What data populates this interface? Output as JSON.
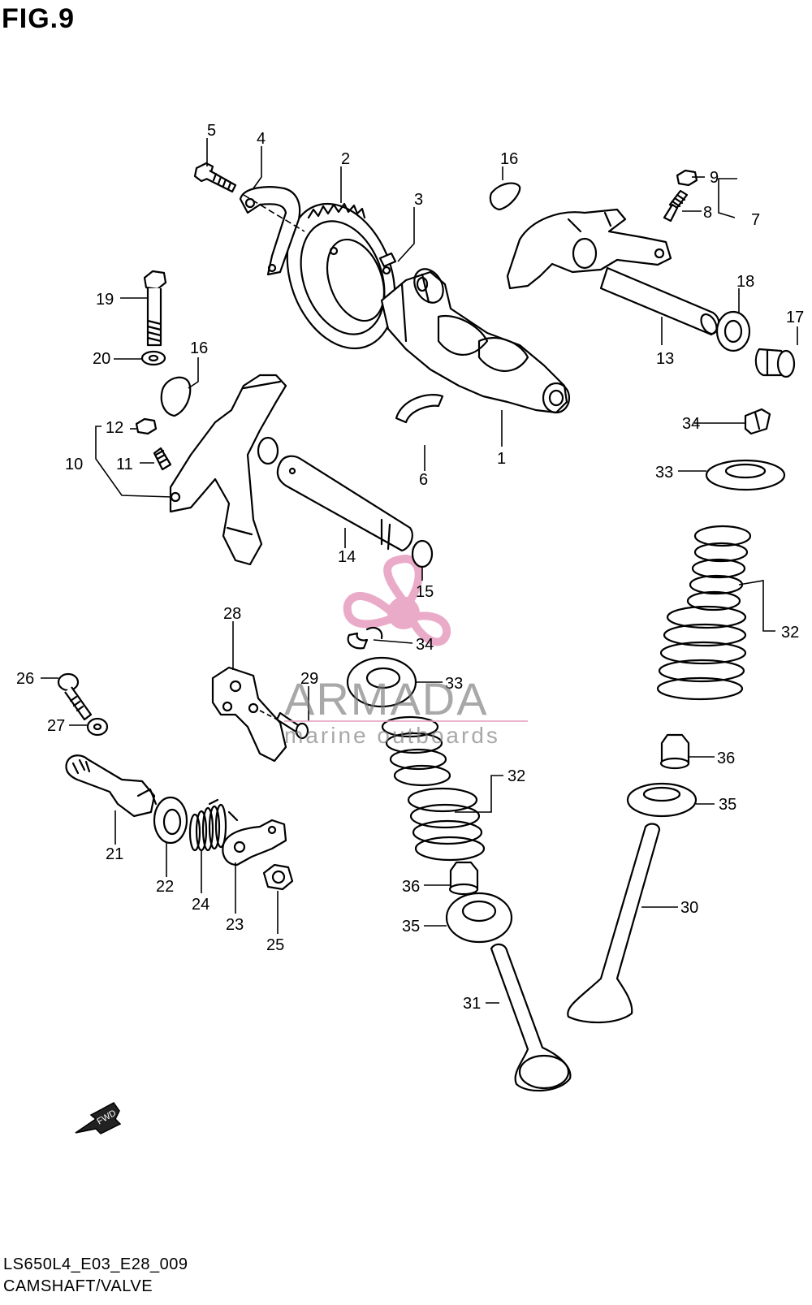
{
  "figure": {
    "title": "FIG.9",
    "code": "LS650L4_E03_E28_009",
    "caption": "CAMSHAFT/VALVE"
  },
  "watermark": {
    "brand": "ARMADA",
    "tagline": "marine outboards",
    "logo_color": "#e8a3c4",
    "text_color": "#7a7a7a"
  },
  "fwd_arrow": {
    "label": "FWD",
    "icon": "fwd-arrow-icon"
  },
  "callouts": [
    {
      "id": "c1",
      "label": "1"
    },
    {
      "id": "c2",
      "label": "2"
    },
    {
      "id": "c3",
      "label": "3"
    },
    {
      "id": "c4",
      "label": "4"
    },
    {
      "id": "c5",
      "label": "5"
    },
    {
      "id": "c6",
      "label": "6"
    },
    {
      "id": "c7",
      "label": "7"
    },
    {
      "id": "c8",
      "label": "8"
    },
    {
      "id": "c9",
      "label": "9"
    },
    {
      "id": "c10",
      "label": "10"
    },
    {
      "id": "c11",
      "label": "11"
    },
    {
      "id": "c12",
      "label": "12"
    },
    {
      "id": "c13",
      "label": "13"
    },
    {
      "id": "c14",
      "label": "14"
    },
    {
      "id": "c15",
      "label": "15"
    },
    {
      "id": "c16a",
      "label": "16"
    },
    {
      "id": "c16b",
      "label": "16"
    },
    {
      "id": "c17",
      "label": "17"
    },
    {
      "id": "c18",
      "label": "18"
    },
    {
      "id": "c19",
      "label": "19"
    },
    {
      "id": "c20",
      "label": "20"
    },
    {
      "id": "c21",
      "label": "21"
    },
    {
      "id": "c22",
      "label": "22"
    },
    {
      "id": "c23",
      "label": "23"
    },
    {
      "id": "c24",
      "label": "24"
    },
    {
      "id": "c25",
      "label": "25"
    },
    {
      "id": "c26",
      "label": "26"
    },
    {
      "id": "c27",
      "label": "27"
    },
    {
      "id": "c28",
      "label": "28"
    },
    {
      "id": "c29",
      "label": "29"
    },
    {
      "id": "c30",
      "label": "30"
    },
    {
      "id": "c31",
      "label": "31"
    },
    {
      "id": "c32a",
      "label": "32"
    },
    {
      "id": "c32b",
      "label": "32"
    },
    {
      "id": "c33a",
      "label": "33"
    },
    {
      "id": "c33b",
      "label": "33"
    },
    {
      "id": "c34a",
      "label": "34"
    },
    {
      "id": "c34b",
      "label": "34"
    },
    {
      "id": "c35a",
      "label": "35"
    },
    {
      "id": "c35b",
      "label": "35"
    },
    {
      "id": "c36a",
      "label": "36"
    },
    {
      "id": "c36b",
      "label": "36"
    }
  ]
}
